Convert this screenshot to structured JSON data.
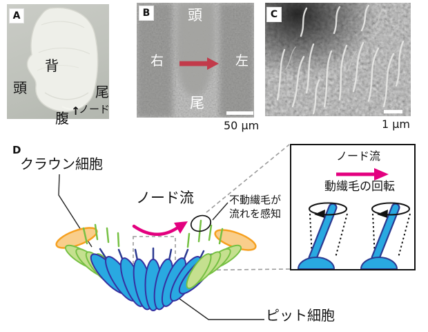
{
  "figure": {
    "description_labels": {
      "panel_a": "embryo-photo",
      "panel_b": "node-micrograph",
      "panel_c": "cilia-sem",
      "panel_d": "node-schematic"
    }
  },
  "panels": {
    "a": {
      "label": "A",
      "dorsal": "背",
      "head": "頭",
      "tail": "尾",
      "ventral": "腹",
      "node_arrow": "↑",
      "node_label": "ノード"
    },
    "b": {
      "label": "B",
      "head": "頭",
      "right": "右",
      "left": "左",
      "tail": "尾",
      "scale_label": "50 μm"
    },
    "c": {
      "label": "C",
      "scale_label": "1 μm"
    },
    "d": {
      "label": "D",
      "crown_label": "クラウン細胞",
      "flow_label": "ノード流",
      "sense_line1": "不動繊毛が",
      "sense_line2": "流れを感知",
      "pit_label": "ピット細胞",
      "inset": {
        "flow_label": "ノード流",
        "rotation_label": "動繊毛の回転"
      }
    }
  },
  "colors": {
    "pit_cell_fill": "#29A9E1",
    "pit_cell_stroke": "#3530A0",
    "crown_cell_fill": "#C5E08F",
    "crown_cell_stroke": "#76C043",
    "orange_cell_fill": "#F9CE8B",
    "orange_cell_stroke": "#F6A01F",
    "nodal_flow_arrow": "#E3007F",
    "panel_b_arrow": "#C23A4A",
    "dashed_line": "#9b9b9b"
  }
}
